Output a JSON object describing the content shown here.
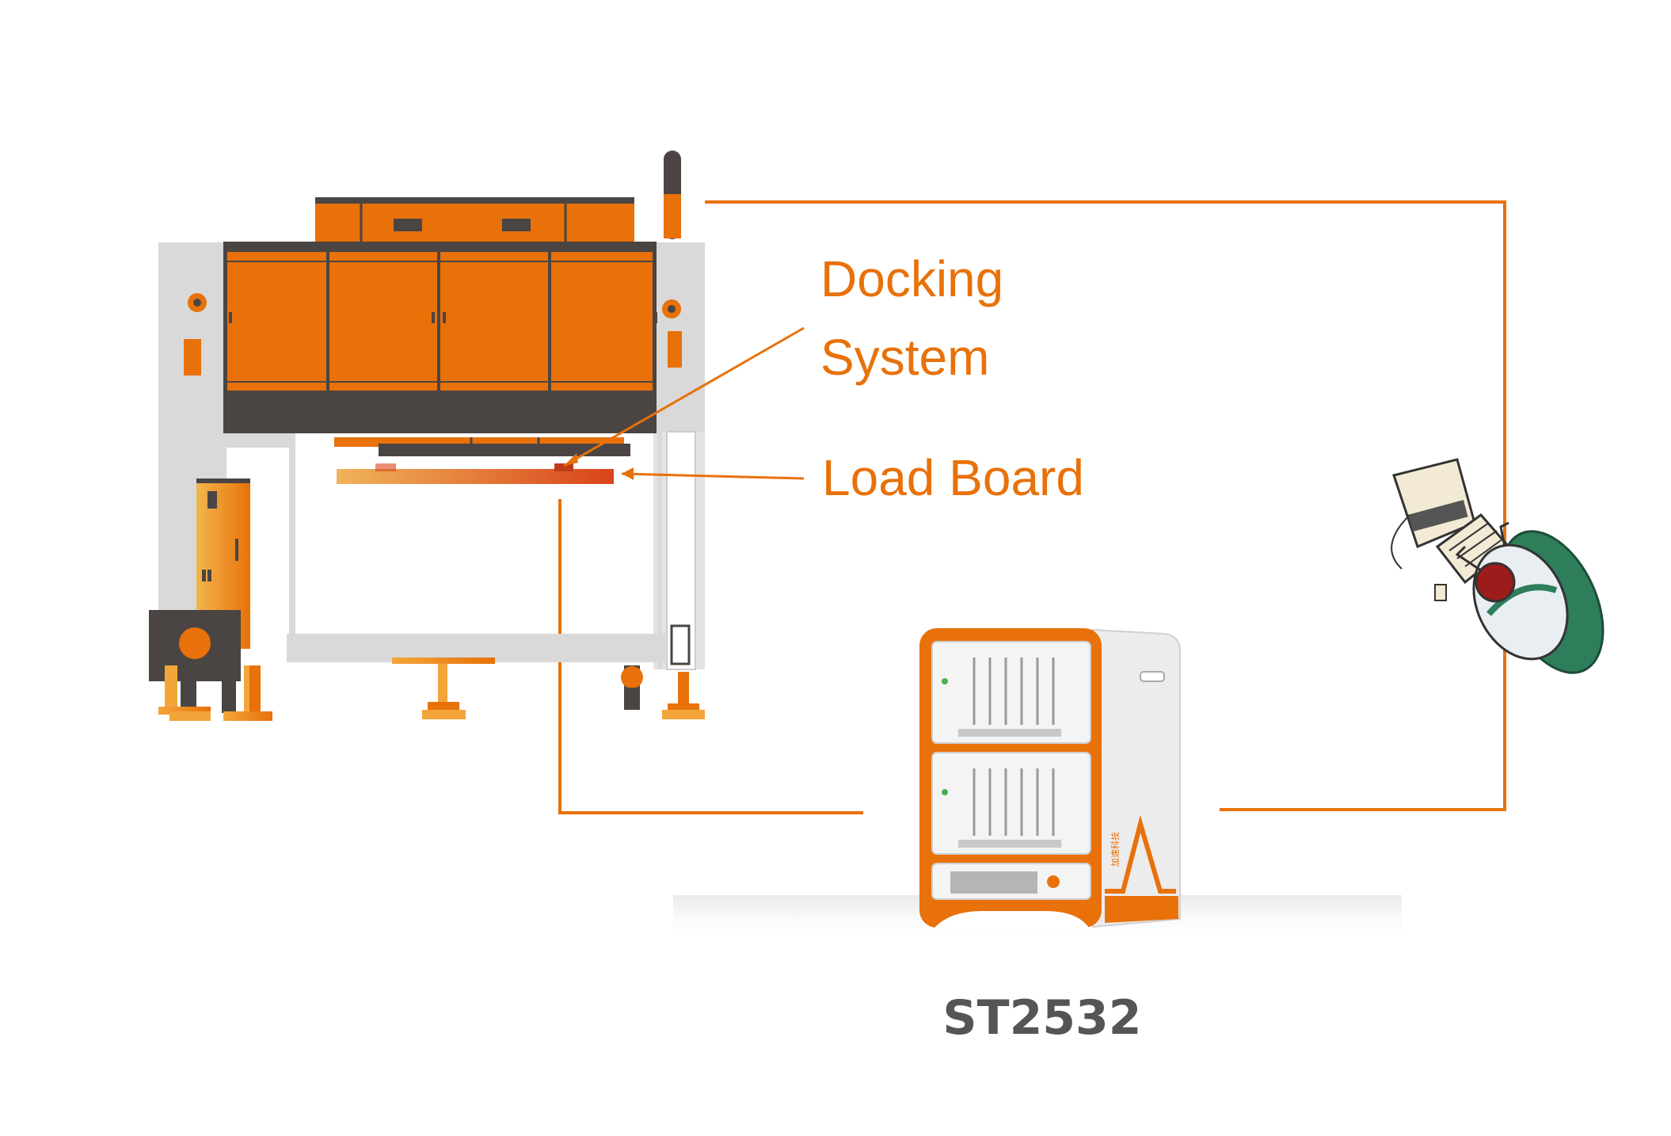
{
  "labels": {
    "docking_line1": "Docking",
    "docking_line2": "System",
    "load_board": "Load Board",
    "product": "ST2532"
  },
  "logo_text": "加速科技",
  "colors": {
    "accent": "#e8710a",
    "dark": "#4a4543",
    "light_gray": "#d9d9d9",
    "white": "#ffffff",
    "green": "#2e7d5b",
    "red": "#9c1c1c"
  },
  "icons": {
    "handler": "test-handler-machine-illustration",
    "tester": "st2532-tester-cabinet-illustration",
    "operator": "operator-at-workstation-topview-illustration"
  }
}
